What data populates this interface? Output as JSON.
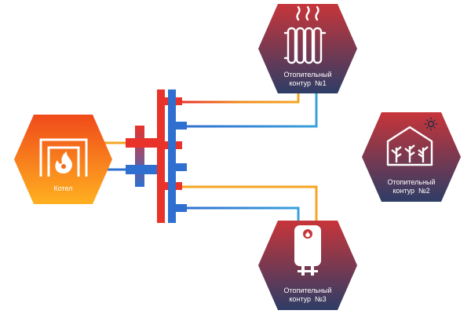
{
  "boiler": {
    "label": "Котел",
    "icon": "boiler-flame-icon"
  },
  "circuits": [
    {
      "line1": "Отопительный",
      "line2": "контур  №1",
      "icon": "radiator-icon"
    },
    {
      "line1": "Отопительный",
      "line2": "контур  №2",
      "icon": "greenhouse-icon"
    },
    {
      "line1": "Отопительный",
      "line2": "контур  №3",
      "icon": "water-heater-icon"
    }
  ],
  "colors": {
    "hot": "#e8322a",
    "cold": "#2f6fd0",
    "warm": "#f5a623",
    "boiler_gradient": [
      "#f04a1a",
      "#ffb020"
    ],
    "hex_gradient": [
      "#c7353a",
      "#2e3d66"
    ]
  }
}
